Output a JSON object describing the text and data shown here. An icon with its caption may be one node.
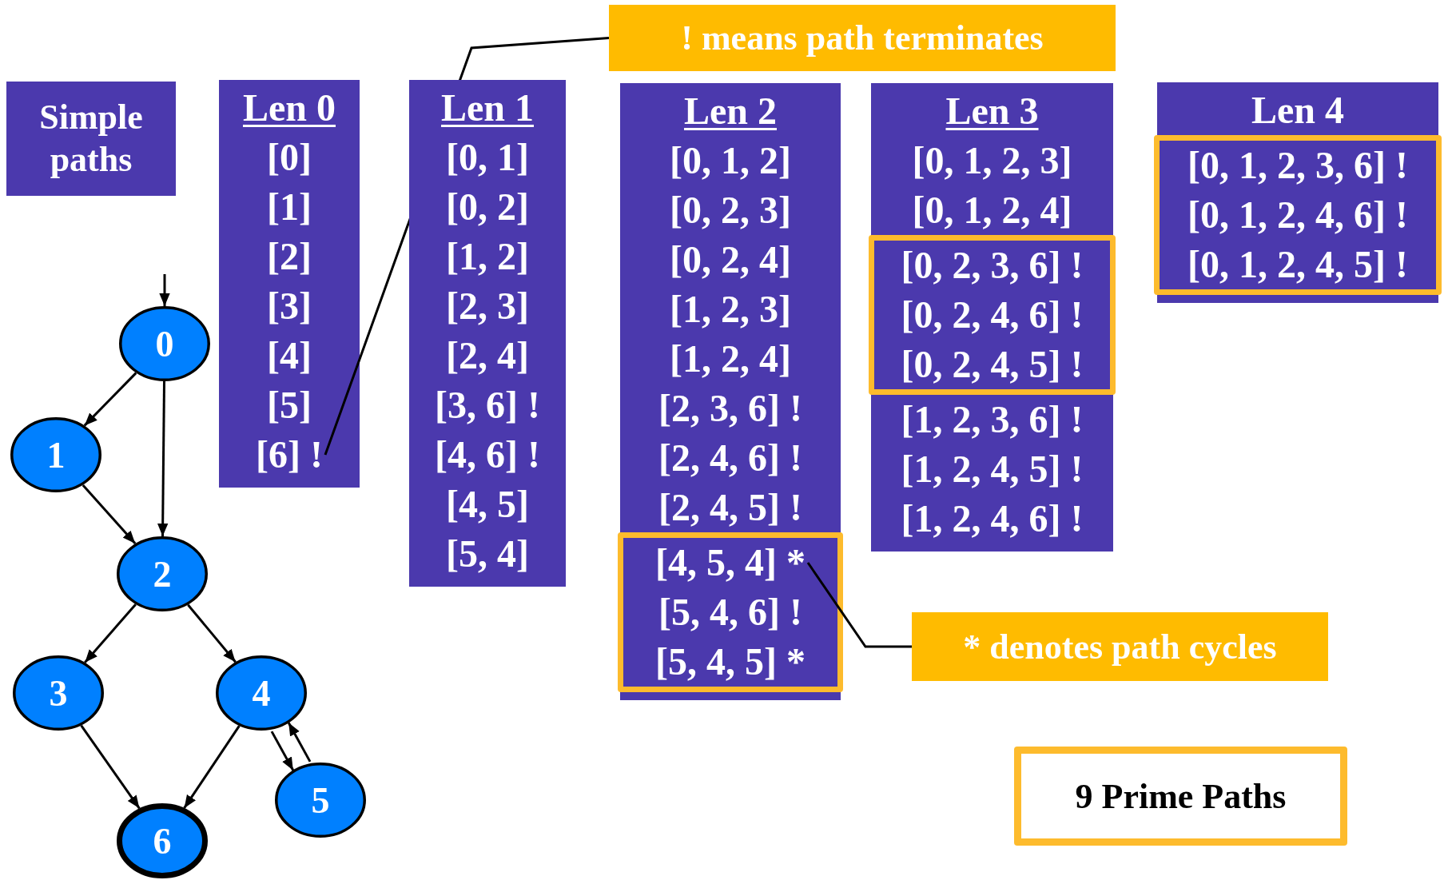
{
  "diagram": {
    "nodes": [
      {
        "text": [
          "Simple paths"
        ]
      },
      {
        "text": [
          "Len 0"
        ]
      },
      {
        "text": [
          "[0]"
        ],
        "in": 1
      },
      {
        "text": [
          "[1]"
        ],
        "in": 1
      },
      {
        "text": [
          "[2]"
        ],
        "in": 1
      },
      {
        "text": [
          "[3]"
        ],
        "in": 1
      },
      {
        "text": [
          "[4]"
        ],
        "in": 1
      },
      {
        "text": [
          "[5]"
        ],
        "in": 1
      },
      {
        "text": [
          "[6] !"
        ],
        "in": 1
      },
      {
        "text": [
          "Len 1"
        ]
      },
      {
        "text": [
          "[0, 1]"
        ],
        "in": 9
      },
      {
        "text": [
          "[0, 2]"
        ],
        "in": 9
      },
      {
        "text": [
          "[1, 2]"
        ],
        "in": 9
      },
      {
        "text": [
          "[2, 3]"
        ],
        "in": 9
      },
      {
        "text": [
          "[2, 4]"
        ],
        "in": 9
      },
      {
        "text": [
          "[3, 6] !"
        ],
        "in": 9
      },
      {
        "text": [
          "[4, 6] !"
        ],
        "in": 9
      },
      {
        "text": [
          "[4, 5]"
        ],
        "in": 9
      },
      {
        "text": [
          "[5, 4]"
        ],
        "in": 9
      },
      {
        "text": [
          "Len 2"
        ]
      },
      {
        "text": [
          "[0, 1, 2]"
        ],
        "in": 19
      },
      {
        "text": [
          "[0, 2, 3]"
        ],
        "in": 19
      },
      {
        "text": [
          "[0, 2, 4]"
        ],
        "in": 19
      },
      {
        "text": [
          "[1, 2, 3]"
        ],
        "in": 19
      },
      {
        "text": [
          "[1, 2, 4]"
        ],
        "in": 19
      },
      {
        "text": [
          "[2, 3, 6] !"
        ],
        "in": 19
      },
      {
        "text": [
          "[2, 4, 6] !"
        ],
        "in": 19
      },
      {
        "text": [
          "[2, 4, 5] !"
        ],
        "in": 19
      },
      {
        "text": [],
        "shape": "box",
        "in": 19
      },
      {
        "text": [
          "[4, 5, 4] *"
        ],
        "in": 28
      },
      {
        "text": [
          "[5, 4, 6] !"
        ],
        "in": 28
      },
      {
        "text": [
          "[5, 4, 5] *"
        ],
        "in": 28
      },
      {
        "text": [
          "Len 3"
        ]
      },
      {
        "text": [
          "[0, 1, 2, 3]"
        ],
        "in": 32
      },
      {
        "text": [
          "[0, 1, 2, 4]"
        ],
        "in": 32
      },
      {
        "text": [],
        "shape": "box",
        "in": 32
      },
      {
        "text": [
          "[0, 2, 3, 6] !"
        ],
        "in": 35
      },
      {
        "text": [
          "[0, 2, 4, 6] !"
        ],
        "in": 35
      },
      {
        "text": [
          "[0, 2, 4, 5] !"
        ],
        "in": 35
      },
      {
        "text": [
          "[1, 2, 3, 6] !"
        ],
        "in": 32
      },
      {
        "text": [
          "[1, 2, 4, 5] !"
        ],
        "in": 32
      },
      {
        "text": [
          "[1, 2, 4, 6] !"
        ],
        "in": 32
      },
      {
        "text": [
          "Len 4"
        ]
      },
      {
        "text": [],
        "shape": "box",
        "in": 42
      },
      {
        "text": [
          "[0, 1, 2, 3, 6] !"
        ],
        "in": 43
      },
      {
        "text": [
          "[0, 1, 2, 4, 6] !"
        ],
        "in": 43
      },
      {
        "text": [
          "[0, 1, 2, 4, 5] !"
        ],
        "in": 43
      },
      {
        "text": [
          "! means path terminates"
        ]
      },
      {
        "text": [
          "* denotes path cycles"
        ]
      },
      {
        "text": [
          "9 Prime Paths"
        ]
      },
      {
        "text": [
          "0"
        ]
      },
      {
        "text": [
          "1"
        ]
      },
      {
        "text": [
          "2"
        ]
      },
      {
        "text": [
          "3"
        ]
      },
      {
        "text": [
          "4"
        ]
      },
      {
        "text": [
          "5"
        ]
      },
      {
        "text": [
          "6"
        ]
      }
    ],
    "edges": [
      {
        "from": 47,
        "to": 8,
        "arrow": "none"
      },
      {
        "from": 48,
        "to": 29,
        "arrow": "none"
      },
      {
        "from": null,
        "to": 50,
        "arrow": "to"
      },
      {
        "from": 50,
        "to": 51,
        "arrow": "to"
      },
      {
        "from": 50,
        "to": 52,
        "arrow": "to"
      },
      {
        "from": 51,
        "to": 52,
        "arrow": "to"
      },
      {
        "from": 52,
        "to": 53,
        "arrow": "to"
      },
      {
        "from": 52,
        "to": 54,
        "arrow": "to"
      },
      {
        "from": 53,
        "to": 56,
        "arrow": "to"
      },
      {
        "from": 54,
        "to": 56,
        "arrow": "to"
      },
      {
        "from": 54,
        "to": 55,
        "arrow": "to"
      },
      {
        "from": 55,
        "to": 54,
        "arrow": "to"
      }
    ]
  }
}
